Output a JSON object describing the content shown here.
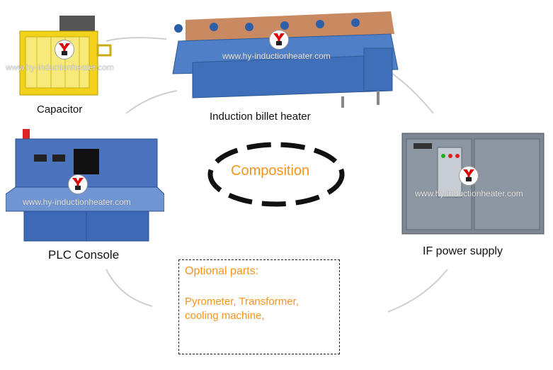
{
  "labels": {
    "capacitor": "Capacitor",
    "billet_heater": "Induction billet heater",
    "plc_console": "PLC Console",
    "if_power_supply": "IF power supply"
  },
  "center": {
    "title": "Composition"
  },
  "optional": {
    "heading": "Optional parts:",
    "line1": "Pyrometer, Transformer,",
    "line2": "cooling machine,"
  },
  "watermark": "www.hy-inductionheater.com",
  "colors": {
    "accent": "#f7941d",
    "panel_blue": "#3f6fb8",
    "capacitor_yellow": "#f2d21b"
  }
}
